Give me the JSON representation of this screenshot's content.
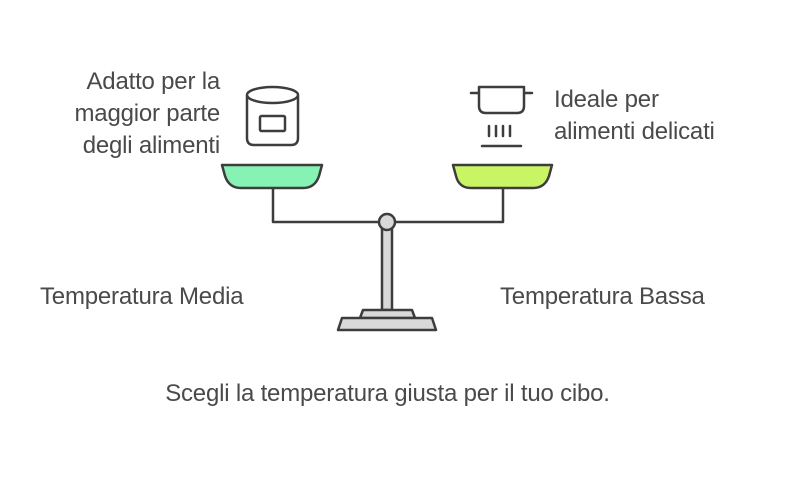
{
  "diagram": {
    "left_pan": {
      "label": "Temperatura Media",
      "description_lines": [
        "Adatto per la",
        "maggior parte",
        "degli alimenti"
      ],
      "icon": "jar-icon",
      "color": "#86f2b4"
    },
    "right_pan": {
      "label": "Temperatura Bassa",
      "description_lines": [
        "Ideale per",
        "alimenti delicati"
      ],
      "icon": "pot-with-steam-icon",
      "color": "#c9f564"
    },
    "caption": "Scegli la temperatura giusta per il tuo cibo.",
    "colors": {
      "stroke": "#3d3d3d",
      "stand": "#d9d9d9",
      "text": "#4a4a4a"
    }
  }
}
